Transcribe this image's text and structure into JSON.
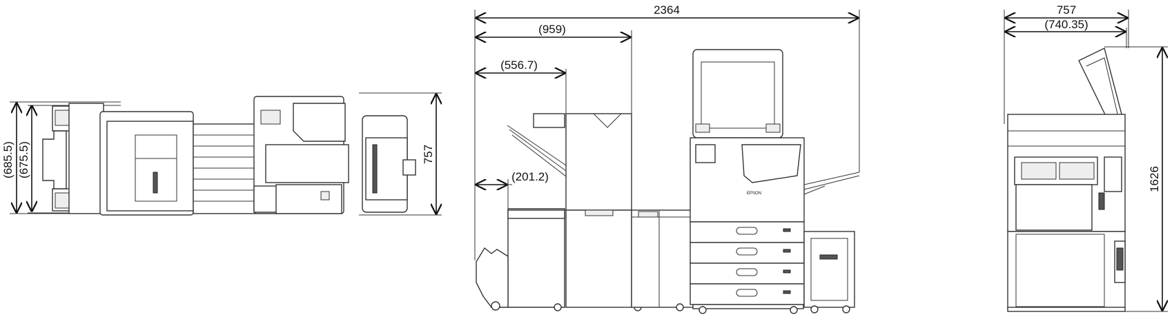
{
  "top_view": {
    "dim_outer": "(685.5)",
    "dim_inner": "(675.5)",
    "dim_depth": "757"
  },
  "front_view": {
    "dim_total_width": "2364",
    "dim_finisher": "(959)",
    "dim_booklet": "(556.7)",
    "dim_tray": "(201.2)",
    "brand_label": "EPSON"
  },
  "side_view": {
    "dim_depth": "757",
    "dim_depth_inner": "(740.35)",
    "dim_height": "1626"
  }
}
